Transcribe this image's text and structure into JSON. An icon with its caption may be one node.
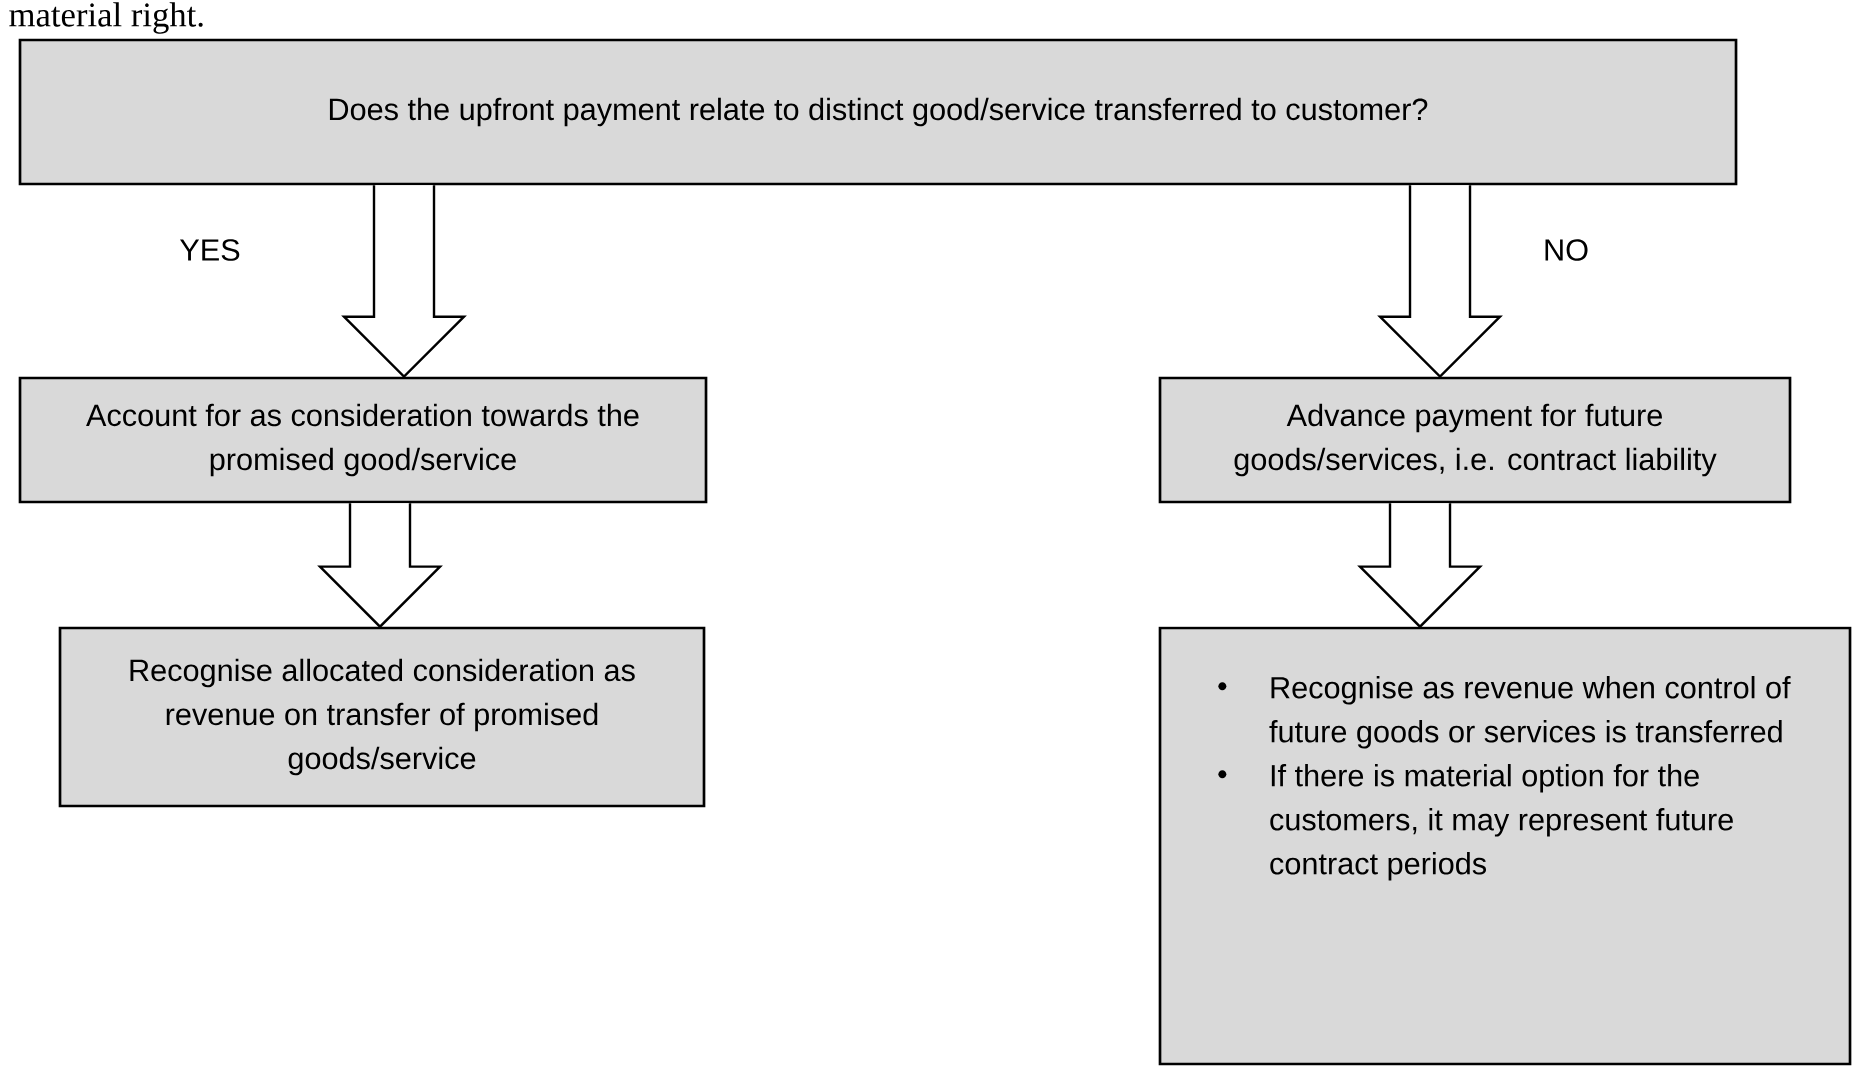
{
  "diagram": {
    "nodes": [
      {
        "text": [
          "Does the upfront payment relate to distinct good/service transferred to customer?"
        ]
      },
      {
        "text": [
          "Account for as consideration towards the promised good/service"
        ]
      },
      {
        "text": [
          "Advance payment for future goods/services, i.e. contract liability"
        ]
      },
      {
        "text": [
          "Recognise allocated consideration as revenue on transfer of promised goods/service"
        ]
      },
      {
        "text": [
          "Recognise as revenue when control of future goods or services is transferred",
          "If there is material option for the customers, it may represent future contract periods"
        ]
      }
    ],
    "edges": [
      {
        "from": 0,
        "to": 1,
        "arrow": "to"
      },
      {
        "from": 0,
        "to": 2,
        "arrow": "to"
      },
      {
        "from": 1,
        "to": 3,
        "arrow": "to"
      },
      {
        "from": 2,
        "to": 4,
        "arrow": "to"
      }
    ],
    "labels": [
      "material right.",
      "YES",
      "NO"
    ]
  }
}
